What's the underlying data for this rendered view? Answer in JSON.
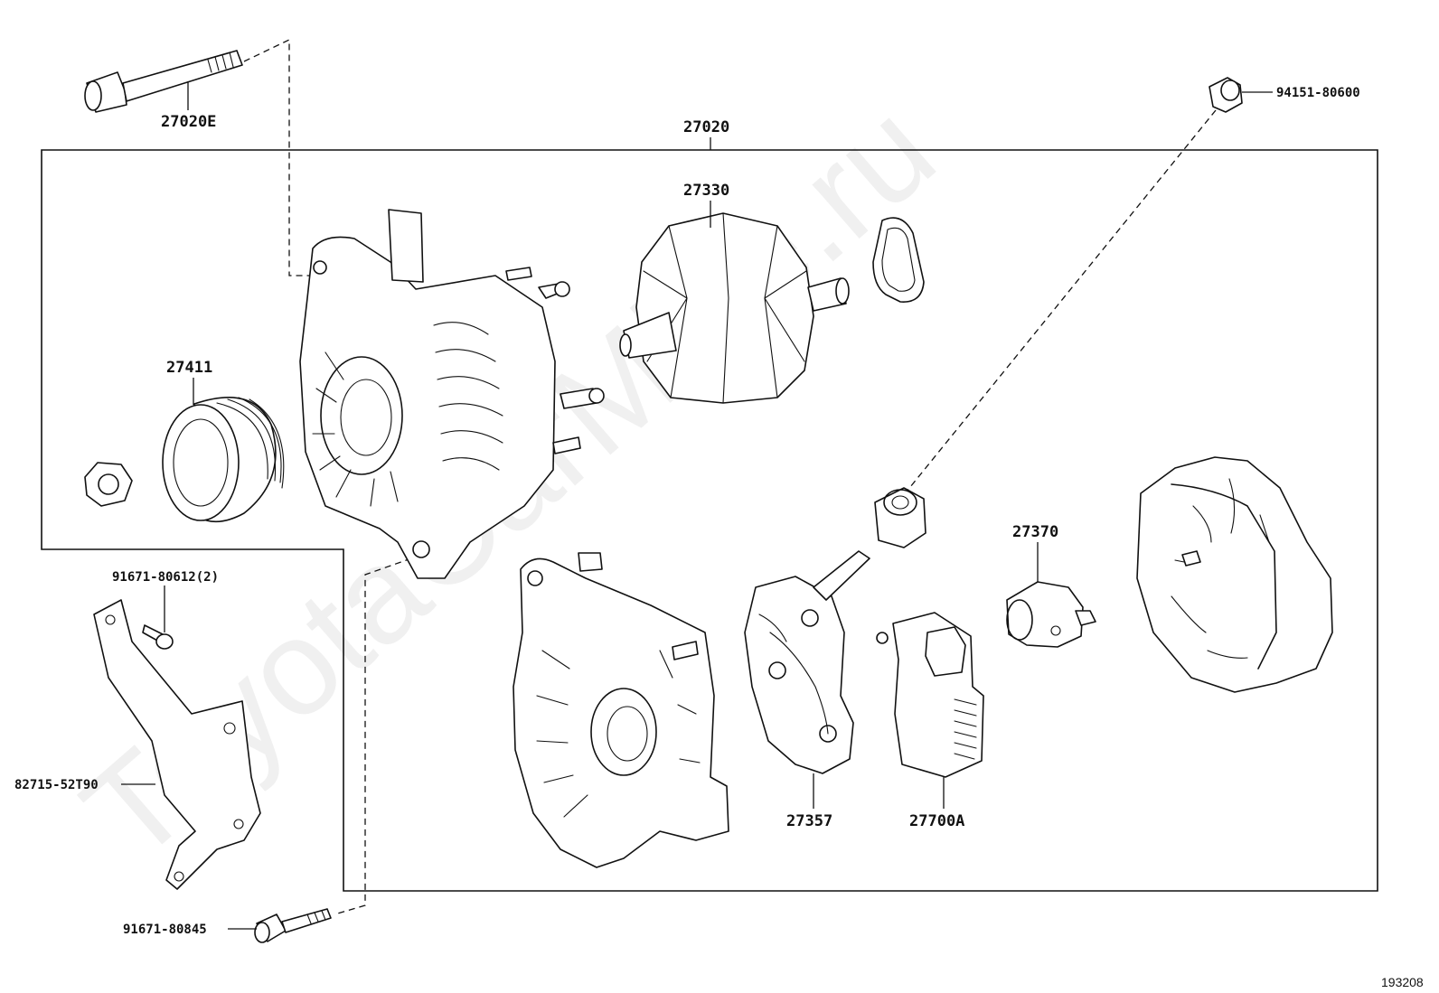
{
  "watermark": "ToyotaCarMine.ru",
  "illustration_code": "193208",
  "parts": {
    "bolt_top": "27020E",
    "assembly": "27020",
    "rotor": "27330",
    "cap": "94151-80600",
    "pulley": "27411",
    "holder": "27370",
    "screw_bracket": "91671-80612(2)",
    "bracket": "82715-52T90",
    "rectifier": "27357",
    "regulator": "27700A",
    "bolt_bottom": "91671-80845"
  }
}
